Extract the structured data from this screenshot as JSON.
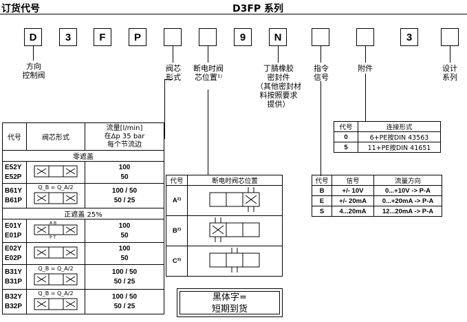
{
  "header": {
    "left_title": "订货代号",
    "right_title": "D3FP 系列"
  },
  "code_boxes": [
    "D",
    "3",
    "F",
    "P",
    "",
    "",
    "9",
    "N",
    "",
    "",
    "3",
    ""
  ],
  "labels": {
    "control_valve": [
      "方向",
      "控制阀"
    ],
    "spool_type": [
      "阀芯",
      "形式"
    ],
    "power_off": [
      "断电时阀",
      "芯位置¹⁾"
    ],
    "seal": [
      "丁腈橡胶",
      "密封件",
      "（其他密封材",
      "料按照要求",
      "提供）"
    ],
    "signal": [
      "指令",
      "信号"
    ],
    "accessories": "附件",
    "design": [
      "设计",
      "系列"
    ]
  },
  "main_table": {
    "headers": {
      "code": "代号",
      "spool": "阀芯形式",
      "flow": [
        "流量[l/min]",
        "在Δp 35 bar",
        "每个节流边"
      ]
    },
    "section_zero": "零遮盖",
    "section_positive": "正遮盖 25%",
    "rows": [
      {
        "codes": [
          "E52Y",
          "E52P"
        ],
        "flows": [
          "100",
          "50"
        ],
        "ratio": ""
      },
      {
        "codes": [
          "B61Y",
          "B61P"
        ],
        "flows": [
          "100 / 50",
          "50 / 25"
        ],
        "ratio": "Q_B = Q_A/2"
      },
      {
        "codes": [
          "E01Y",
          "E01P"
        ],
        "flows": [
          "100",
          "50"
        ],
        "ratio": ""
      },
      {
        "codes": [
          "E02Y",
          "E02P"
        ],
        "flows": [
          "100",
          "50"
        ],
        "ratio": ""
      },
      {
        "codes": [
          "B31Y",
          "B31P"
        ],
        "flows": [
          "100 / 50",
          "50 / 25"
        ],
        "ratio": "Q_B = Q_A/2"
      },
      {
        "codes": [
          "B32Y",
          "B32P"
        ],
        "flows": [
          "100 / 50",
          "50 / 25"
        ],
        "ratio": "Q_B = Q_A/2"
      }
    ]
  },
  "position_table": {
    "headers": {
      "code": "代号",
      "position": "断电时阀芯位置"
    },
    "rows": [
      {
        "code": "A²⁾"
      },
      {
        "code": "B²⁾"
      },
      {
        "code": "C³⁾"
      }
    ]
  },
  "connection_table": {
    "headers": {
      "code": "代号",
      "form": "连接形式"
    },
    "rows": [
      {
        "code": "0",
        "form": "6+PE按DIN 43563"
      },
      {
        "code": "5",
        "form": "11+PE按DIN 41651"
      }
    ]
  },
  "signal_table": {
    "headers": {
      "code": "代号",
      "signal": "信号",
      "direction": "流量方向"
    },
    "rows": [
      {
        "code": "B",
        "signal": "+/- 10V",
        "direction": "0...+10V -> P-A"
      },
      {
        "code": "E",
        "signal": "+/- 20mA",
        "direction": "0...+20mA -> P-A"
      },
      {
        "code": "S",
        "signal": "4...20mA",
        "direction": "12...20mA -> P-A"
      }
    ]
  },
  "note": [
    "黑体字=",
    "短期到货"
  ]
}
